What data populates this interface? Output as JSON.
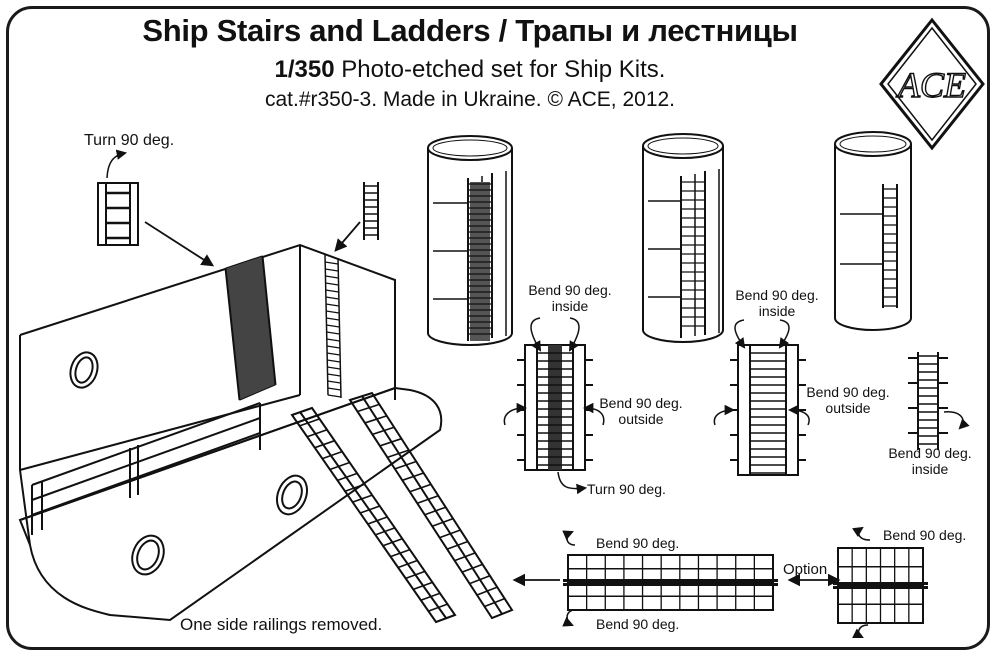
{
  "header": {
    "title": "Ship Stairs and Ladders /  Трапы и лестницы",
    "scale": "1/350",
    "subtitle": "Photo-etched set for Ship Kits.",
    "catalog": "cat.#r350-3. Made in Ukraine. © ACE, 2012."
  },
  "logo": {
    "text": "ACE"
  },
  "annotations": {
    "turn_top": "Turn 90 deg.",
    "bend_inside_1_line1": "Bend 90 deg.",
    "bend_inside_1_line2": "inside",
    "bend_outside_1_line1": "Bend 90 deg.",
    "bend_outside_1_line2": "outside",
    "turn_bottom": "Turn 90 deg.",
    "bend_inside_2_line1": "Bend 90 deg.",
    "bend_inside_2_line2": "inside",
    "bend_outside_2_line1": "Bend 90 deg.",
    "bend_outside_2_line2": "outside",
    "bend_inside_3_line1": "Bend 90 deg.",
    "bend_inside_3_line2": "inside",
    "bend_top_left": "Bend 90 deg.",
    "bend_bottom_left": "Bend 90 deg.",
    "option": "Option",
    "bend_top_right": "Bend 90 deg.",
    "railings_removed": "One side railings removed."
  }
}
